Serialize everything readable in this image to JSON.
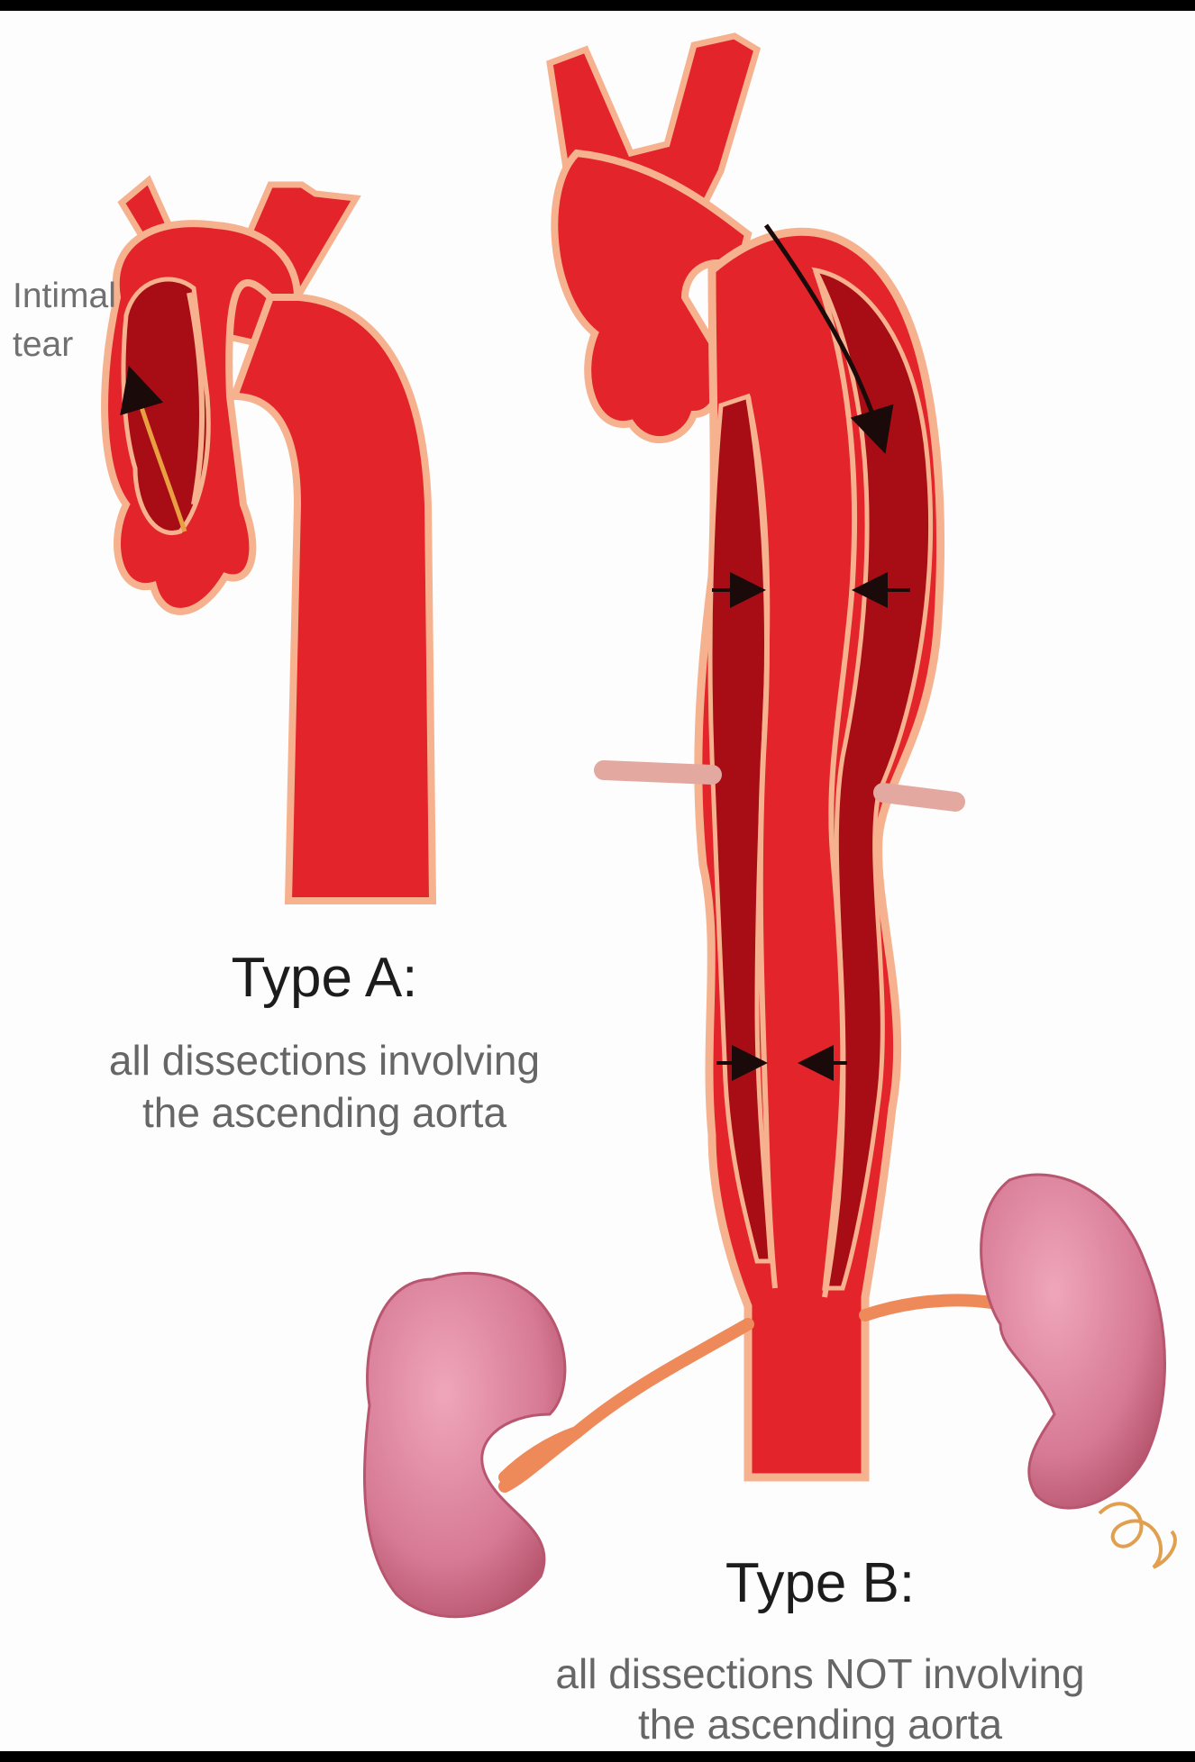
{
  "labels": {
    "intimal_tear": "Intimal\ntear",
    "type_a_title": "Type A:",
    "type_a_desc": "all dissections involving\nthe ascending aorta",
    "type_b_title": "Type B:",
    "type_b_desc": "all dissections NOT involving\nthe ascending aorta"
  },
  "colors": {
    "aorta_red": "#e3242b",
    "aorta_dark": "#b0101a",
    "false_lumen": "#a80d16",
    "intima_rim": "#f6b28e",
    "kidney": "#d77a95",
    "kidney_shadow": "#b8566f",
    "renal_vessel": "#ee8a5a",
    "diaphragm": "#e3a8a0"
  },
  "icons": [
    "flow-arrow-icon",
    "compression-arrow-icon"
  ]
}
